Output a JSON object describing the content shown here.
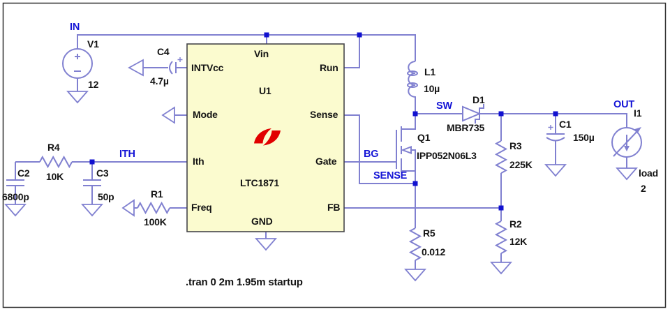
{
  "directive": ".tran 0 2m 1.95m startup",
  "colors": {
    "wire": "#8080d0",
    "junction_node": "#1111d0",
    "net_label": "#1414d6",
    "component_text": "#141414",
    "ic_fill": "#fbfbcf",
    "ic_border": "#45454a",
    "logo_red": "#e10000",
    "background": "#ffffff"
  },
  "nets": {
    "in": "IN",
    "ith": "ITH",
    "sw": "SW",
    "bg": "BG",
    "sense": "SENSE",
    "out": "OUT"
  },
  "ic": {
    "refdes": "U1",
    "part": "LTC1871",
    "pins": {
      "vin": "Vin",
      "intvcc": "INTVcc",
      "mode": "Mode",
      "ith": "Ith",
      "freq": "Freq",
      "gnd": "GND",
      "run": "Run",
      "sense": "Sense",
      "gate": "Gate",
      "fb": "FB"
    }
  },
  "components": {
    "v1": {
      "ref": "V1",
      "value": "12"
    },
    "c4": {
      "ref": "C4",
      "value": "4.7µ"
    },
    "r4": {
      "ref": "R4",
      "value": "10K"
    },
    "c2": {
      "ref": "C2",
      "value": "6800p"
    },
    "c3": {
      "ref": "C3",
      "value": "50p"
    },
    "r1": {
      "ref": "R1",
      "value": "100K"
    },
    "l1": {
      "ref": "L1",
      "value": "10µ"
    },
    "d1": {
      "ref": "D1",
      "value": "MBR735"
    },
    "q1": {
      "ref": "Q1",
      "value": "IPP052N06L3"
    },
    "r3": {
      "ref": "R3",
      "value": "225K"
    },
    "r2": {
      "ref": "R2",
      "value": "12K"
    },
    "r5": {
      "ref": "R5",
      "value": "0.012"
    },
    "c1": {
      "ref": "C1",
      "value": "150µ"
    },
    "i1": {
      "ref": "I1",
      "value_line1": "load",
      "value_line2": "2"
    }
  }
}
